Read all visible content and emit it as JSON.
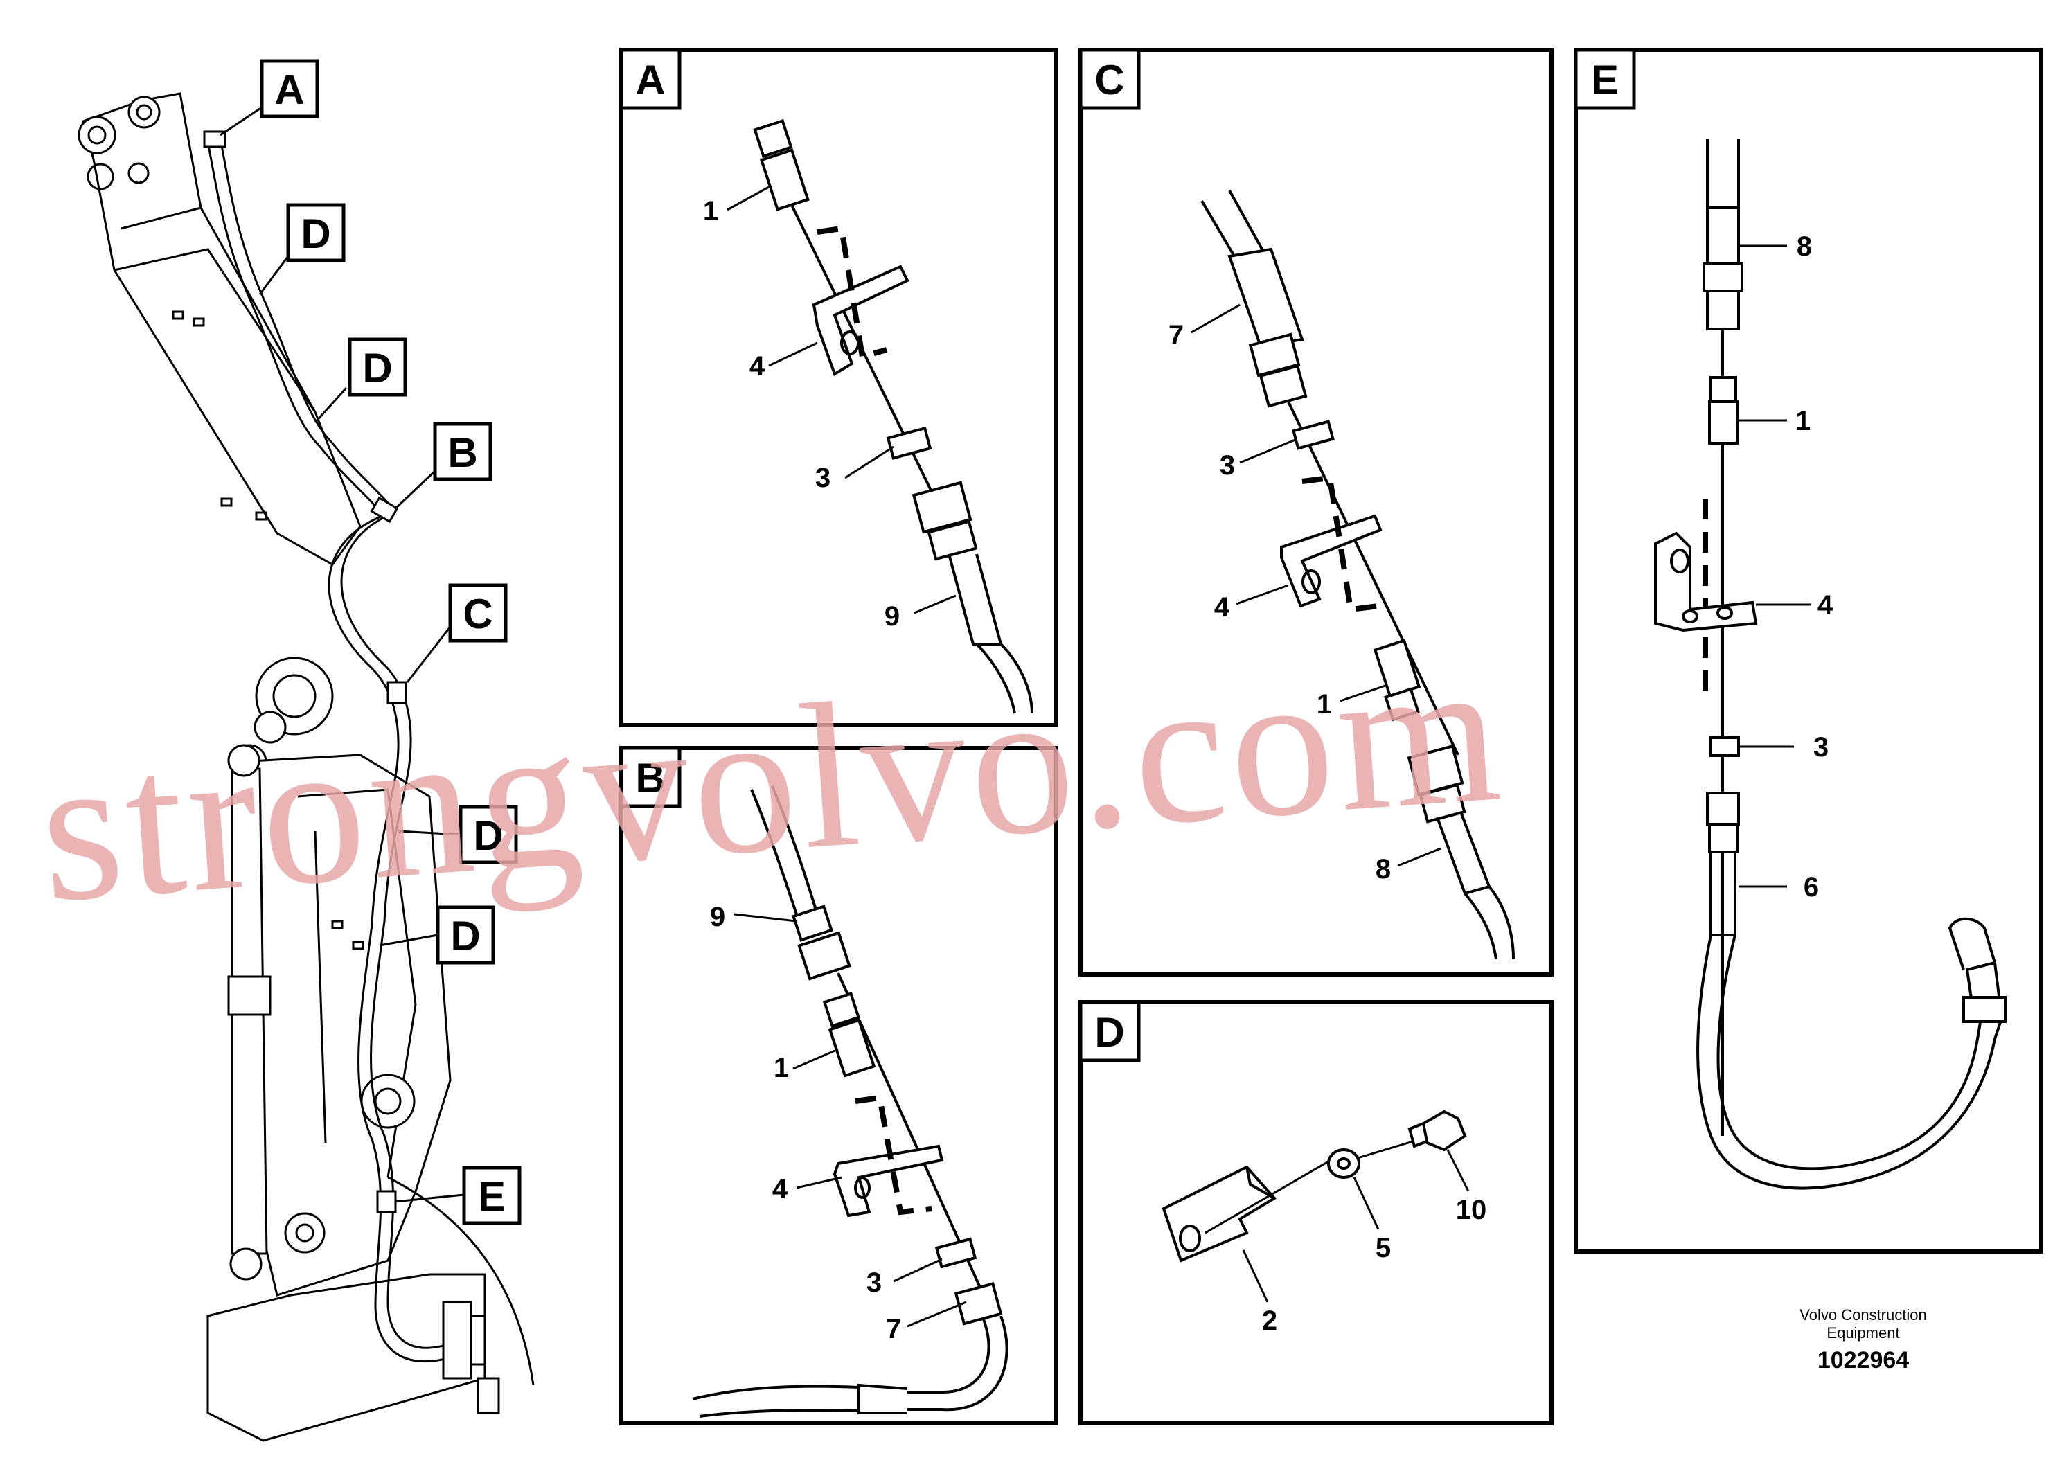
{
  "diagram": {
    "overview_callouts": [
      "A",
      "D",
      "D",
      "B",
      "C",
      "D",
      "D",
      "E"
    ],
    "panels": {
      "A": {
        "tag": "A",
        "labels": [
          "1",
          "4",
          "3",
          "9"
        ]
      },
      "B": {
        "tag": "B",
        "labels": [
          "9",
          "1",
          "4",
          "3",
          "7"
        ]
      },
      "C": {
        "tag": "C",
        "labels": [
          "7",
          "3",
          "4",
          "1",
          "8"
        ]
      },
      "D": {
        "tag": "D",
        "labels": [
          "10",
          "5",
          "2"
        ]
      },
      "E": {
        "tag": "E",
        "labels": [
          "8",
          "1",
          "4",
          "3",
          "6"
        ]
      }
    }
  },
  "footer": {
    "company_line1": "Volvo Construction",
    "company_line2": "Equipment",
    "part_number": "1022964"
  },
  "watermark": "strongvolvo.com"
}
